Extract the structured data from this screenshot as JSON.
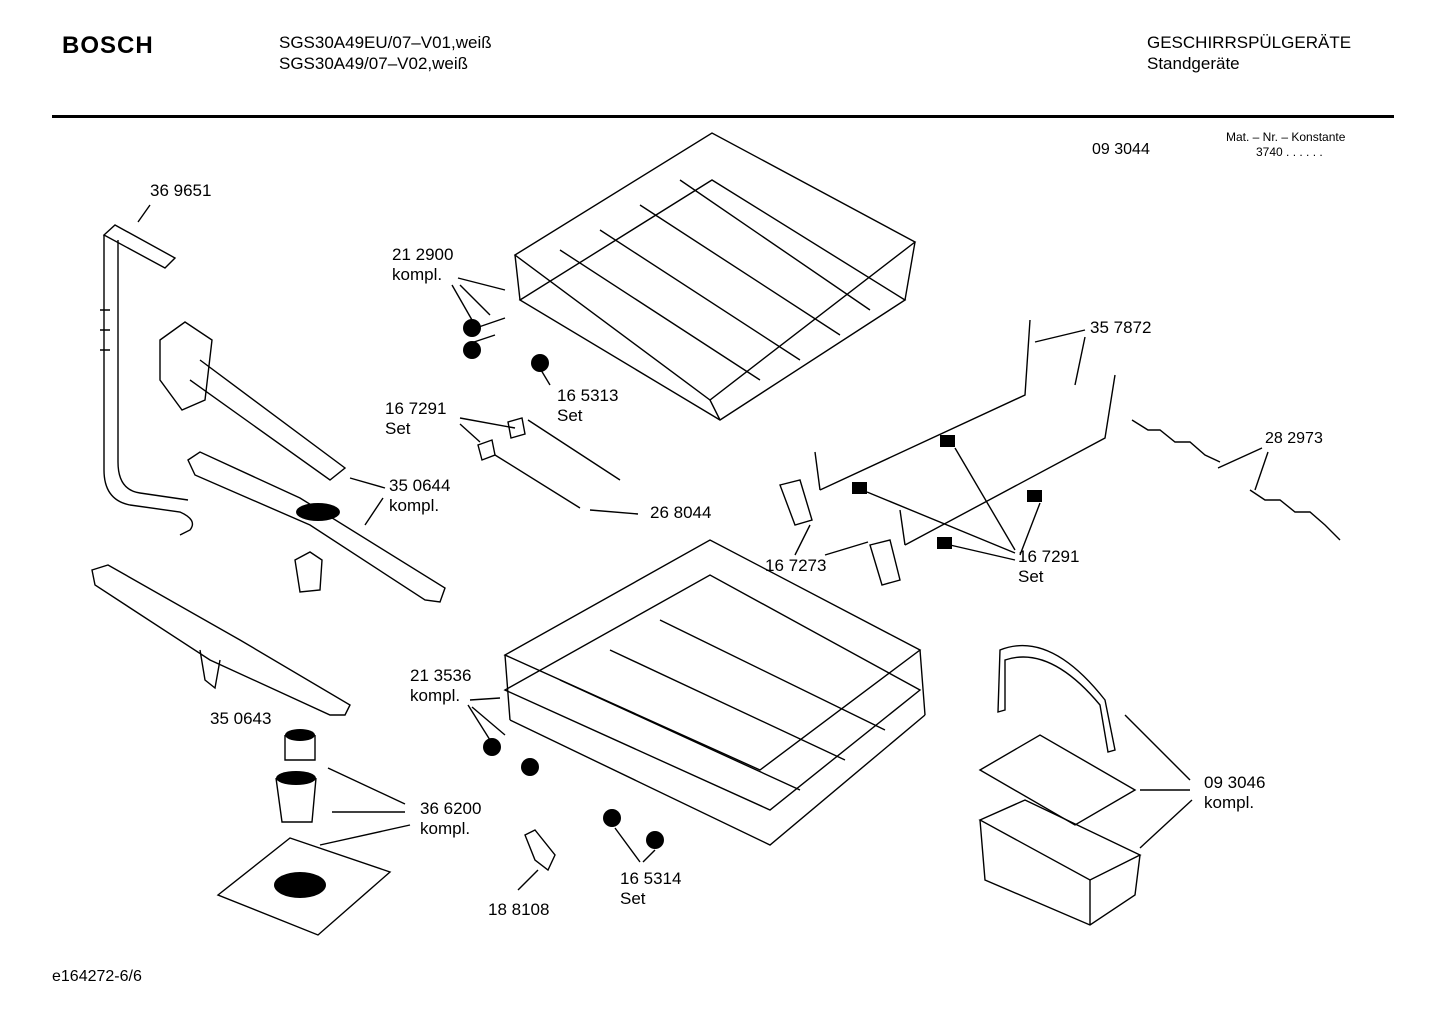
{
  "header": {
    "brand": "BOSCH",
    "model_line_1": "SGS30A49EU/07–V01,weiß",
    "model_line_2": "SGS30A49/07–V02,weiß",
    "category": "GESCHIRRSPÜLGERÄTE",
    "subcategory": "Standgeräte"
  },
  "meta": {
    "drawing_number": "09 3044",
    "mat_label": "Mat. – Nr. – Konstante",
    "mat_value": "3740 . . . . . ."
  },
  "parts": [
    {
      "id": "369651",
      "number": "36 9651",
      "suffix": ""
    },
    {
      "id": "212900",
      "number": "21 2900",
      "suffix": "kompl."
    },
    {
      "id": "165313",
      "number": "16 5313",
      "suffix": "Set"
    },
    {
      "id": "167291a",
      "number": "16 7291",
      "suffix": "Set"
    },
    {
      "id": "268044",
      "number": "26 8044",
      "suffix": ""
    },
    {
      "id": "350644",
      "number": "35 0644",
      "suffix": "kompl."
    },
    {
      "id": "357872",
      "number": "35 7872",
      "suffix": ""
    },
    {
      "id": "282973",
      "number": "28 2973",
      "suffix": ""
    },
    {
      "id": "167273",
      "number": "16 7273",
      "suffix": ""
    },
    {
      "id": "167291b",
      "number": "16 7291",
      "suffix": "Set"
    },
    {
      "id": "213536",
      "number": "21 3536",
      "suffix": "kompl."
    },
    {
      "id": "350643",
      "number": "35 0643",
      "suffix": ""
    },
    {
      "id": "366200",
      "number": "36 6200",
      "suffix": "kompl."
    },
    {
      "id": "093046",
      "number": "09 3046",
      "suffix": "kompl."
    },
    {
      "id": "165314",
      "number": "16 5314",
      "suffix": "Set"
    },
    {
      "id": "188108",
      "number": "18 8108",
      "suffix": ""
    }
  ],
  "footer": {
    "figure_id": "e164272-6/6"
  }
}
